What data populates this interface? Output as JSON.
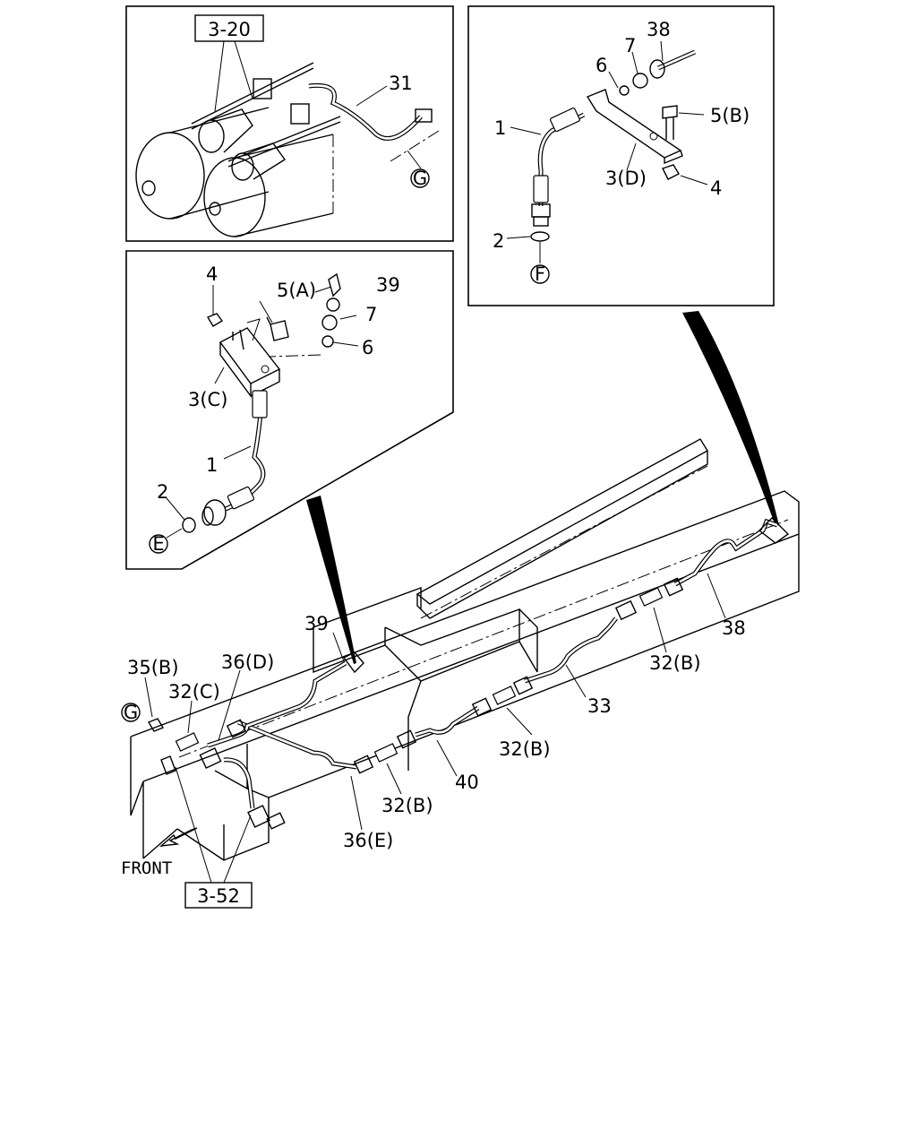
{
  "callouts": {
    "ref_3_20": "3-20",
    "ref_3_52": "3-52",
    "front": "FRONT",
    "connector_g": "G",
    "connector_e": "E",
    "connector_f": "F",
    "connector_g_main": "G"
  },
  "labels": {
    "p31": "31",
    "pl_4": "4",
    "pl_5a": "5(A)",
    "pl_39": "39",
    "pl_7": "7",
    "pl_6": "6",
    "pl_3c": "3(C)",
    "pl_1": "1",
    "pl_2": "2",
    "pr_38": "38",
    "pr_7": "7",
    "pr_6": "6",
    "pr_1": "1",
    "pr_5b": "5(B)",
    "pr_3d": "3(D)",
    "pr_4": "4",
    "pr_2": "2",
    "m_39": "39",
    "m_35b": "35(B)",
    "m_36d": "36(D)",
    "m_32c": "32(C)",
    "m_32b_a": "32(B)",
    "m_38": "38",
    "m_33": "33",
    "m_32b_b": "32(B)",
    "m_40": "40",
    "m_32b_c": "32(B)",
    "m_36e": "36(E)"
  }
}
